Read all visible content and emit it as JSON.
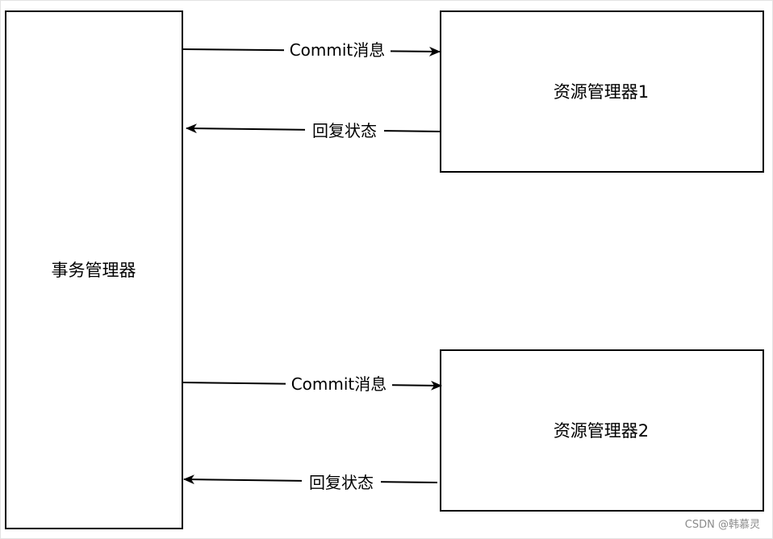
{
  "nodes": {
    "transaction_manager": "事务管理器",
    "resource_manager_1": "资源管理器1",
    "resource_manager_2": "资源管理器2"
  },
  "edges": {
    "commit_1": "Commit消息",
    "reply_1": "回复状态",
    "commit_2": "Commit消息",
    "reply_2": "回复状态"
  },
  "watermark": "CSDN @韩慕灵"
}
